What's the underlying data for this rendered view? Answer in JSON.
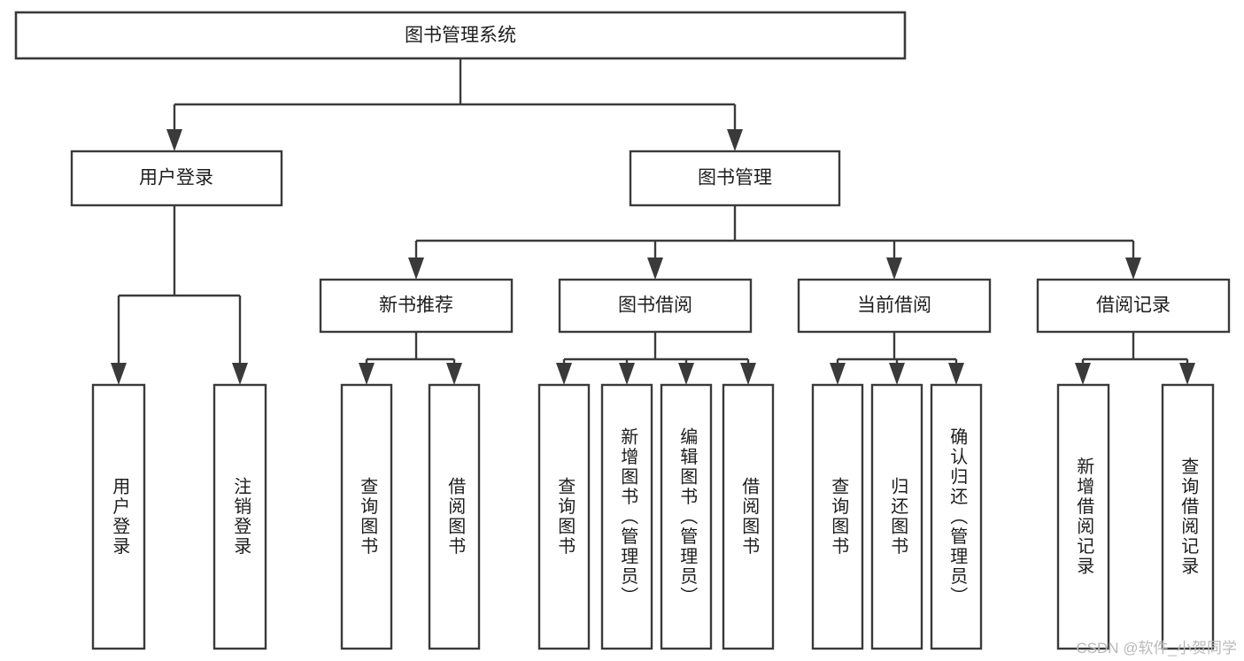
{
  "diagram": {
    "type": "tree",
    "title": "图书管理系统",
    "watermark": "CSDN @软件_小贺同学",
    "colors": {
      "stroke": "#3a3a3a",
      "fill": "#ffffff",
      "text": "#1d1d1d",
      "watermark": "#b9b9b9"
    },
    "levels": {
      "root": {
        "label": "图书管理系统"
      },
      "level2": [
        {
          "id": "user-login",
          "label": "用户登录"
        },
        {
          "id": "book-management",
          "label": "图书管理"
        }
      ],
      "level3": [
        {
          "id": "new-book-recommend",
          "label": "新书推荐",
          "parent": "book-management"
        },
        {
          "id": "book-borrow",
          "label": "图书借阅",
          "parent": "book-management"
        },
        {
          "id": "current-borrow",
          "label": "当前借阅",
          "parent": "book-management"
        },
        {
          "id": "borrow-record",
          "label": "借阅记录",
          "parent": "book-management"
        }
      ],
      "leaves": [
        {
          "id": "leaf-user-login",
          "label": "用户登录",
          "parent": "user-login"
        },
        {
          "id": "leaf-logout-login",
          "label": "注销登录",
          "parent": "user-login"
        },
        {
          "id": "leaf-query-book-1",
          "label": "查询图书",
          "parent": "new-book-recommend"
        },
        {
          "id": "leaf-borrow-book-1",
          "label": "借阅图书",
          "parent": "new-book-recommend"
        },
        {
          "id": "leaf-query-book-2",
          "label": "查询图书",
          "parent": "book-borrow"
        },
        {
          "id": "leaf-add-book",
          "label": "新增图书（管理员）",
          "parent": "book-borrow"
        },
        {
          "id": "leaf-edit-book",
          "label": "编辑图书（管理员）",
          "parent": "book-borrow"
        },
        {
          "id": "leaf-borrow-book-2",
          "label": "借阅图书",
          "parent": "book-borrow"
        },
        {
          "id": "leaf-query-book-3",
          "label": "查询图书",
          "parent": "current-borrow"
        },
        {
          "id": "leaf-return-book",
          "label": "归还图书",
          "parent": "current-borrow"
        },
        {
          "id": "leaf-confirm-return",
          "label": "确认归还（管理员）",
          "parent": "current-borrow"
        },
        {
          "id": "leaf-add-record",
          "label": "新增借阅记录",
          "parent": "borrow-record"
        },
        {
          "id": "leaf-query-record",
          "label": "查询借阅记录",
          "parent": "borrow-record"
        }
      ]
    }
  }
}
